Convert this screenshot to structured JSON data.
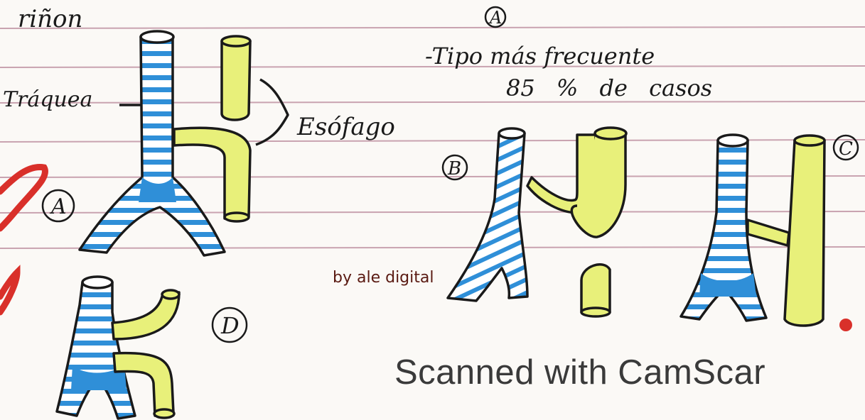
{
  "notebook": {
    "line_color": "#c9a3b0",
    "ink": "#1a1a1a",
    "trachea_blue": "#2f8fd8",
    "esophagus_yellow": "#e8f07a",
    "red_mark": "#d9302a"
  },
  "labels": {
    "top_word": "riñon",
    "trachea": "Tráquea",
    "esophagus": "Esófago",
    "type_a_header": "A",
    "type_a_line1": "-Tipo más frecuente",
    "type_a_line2": "85 % de casos",
    "type_a_marker": "A",
    "type_b_marker": "B",
    "type_c_marker": "C",
    "type_d_marker": "D",
    "signature": "by ale digital",
    "scanner": "Scanned with CamScar"
  }
}
